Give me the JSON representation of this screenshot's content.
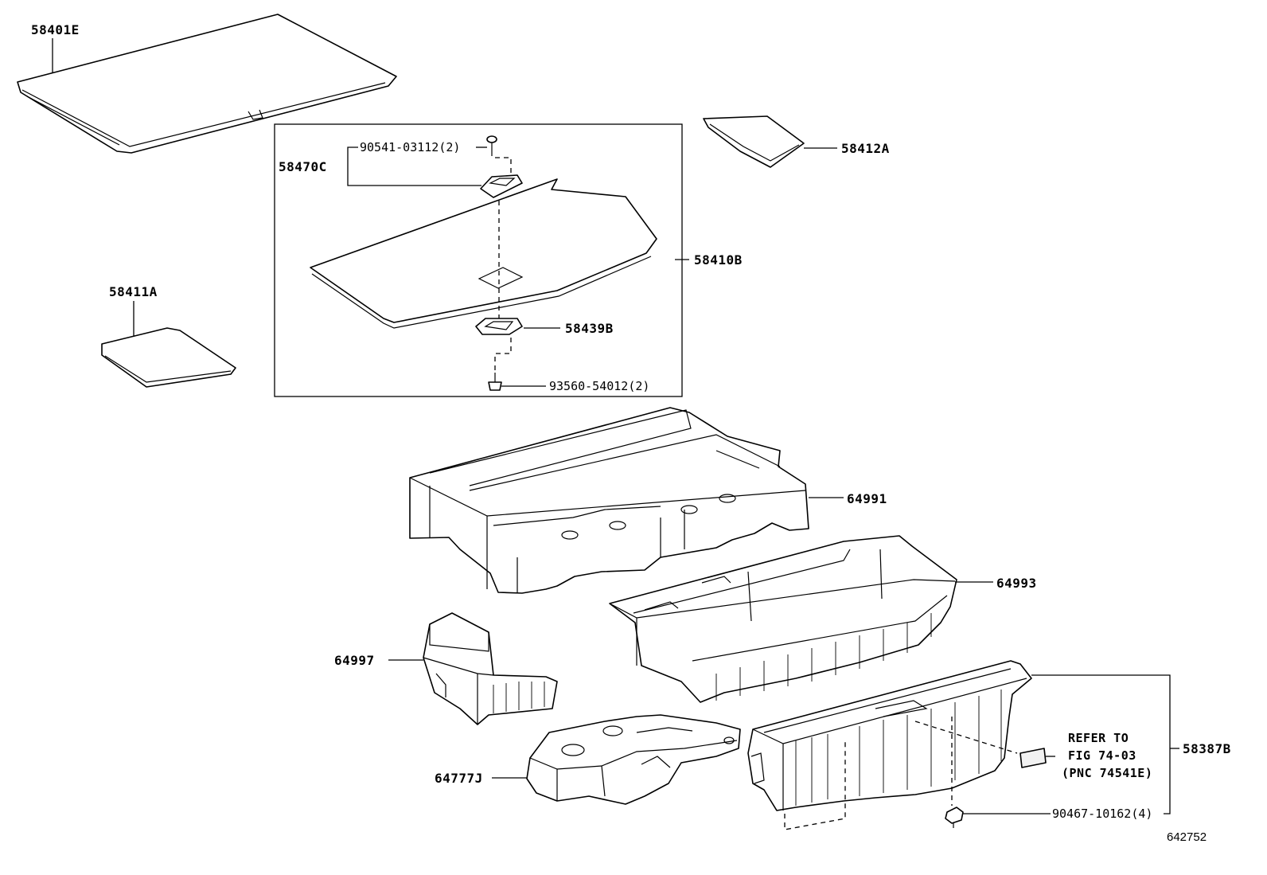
{
  "callouts": {
    "p58401E": "58401E",
    "p58470C": "58470C",
    "p90541": "90541-03112(2)",
    "p58412A": "58412A",
    "p58410B": "58410B",
    "p58411A": "58411A",
    "p58439B": "58439B",
    "p93560": "93560-54012(2)",
    "p64991": "64991",
    "p64993": "64993",
    "p64997": "64997",
    "p64777J": "64777J",
    "p58387B": "58387B",
    "p90467": "90467-10162(4)"
  },
  "reference_note": {
    "line1": "REFER TO",
    "line2": "FIG 74-03",
    "line3": "(PNC 74541E)"
  },
  "figure_number": "642752"
}
